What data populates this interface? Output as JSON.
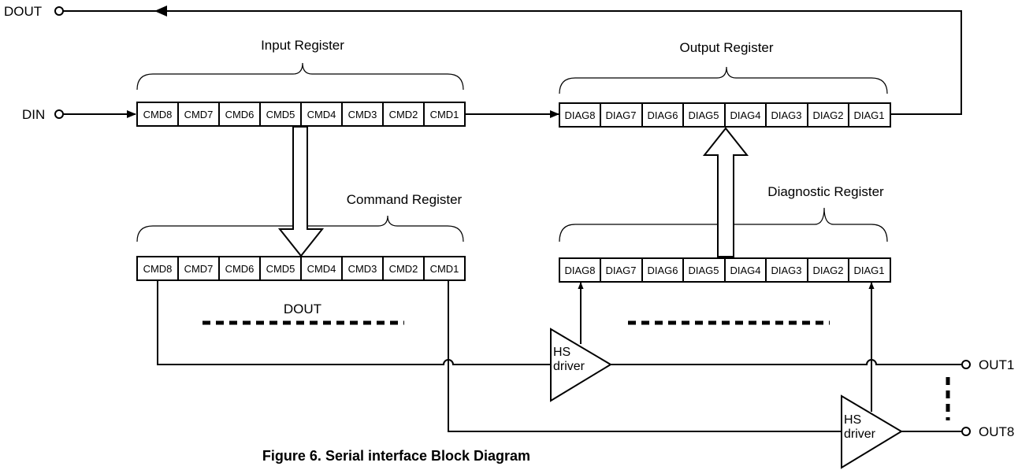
{
  "title": "Figure 6. Serial interface Block Diagram",
  "pins": {
    "dout_top": "DOUT",
    "din": "DIN",
    "out1": "OUT1",
    "out8": "OUT8"
  },
  "registers": {
    "input": {
      "label": "Input Register",
      "cells": [
        "CMD8",
        "CMD7",
        "CMD6",
        "CMD5",
        "CMD4",
        "CMD3",
        "CMD2",
        "CMD1"
      ]
    },
    "command": {
      "label": "Command Register",
      "cells": [
        "CMD8",
        "CMD7",
        "CMD6",
        "CMD5",
        "CMD4",
        "CMD3",
        "CMD2",
        "CMD1"
      ]
    },
    "output": {
      "label": "Output Register",
      "cells": [
        "DIAG8",
        "DIAG7",
        "DIAG6",
        "DIAG5",
        "DIAG4",
        "DIAG3",
        "DIAG2",
        "DIAG1"
      ]
    },
    "diagnostic": {
      "label": "Diagnostic Register",
      "cells": [
        "DIAG8",
        "DIAG7",
        "DIAG6",
        "DIAG5",
        "DIAG4",
        "DIAG3",
        "DIAG2",
        "DIAG1"
      ]
    }
  },
  "dout_mid_label": "DOUT",
  "drivers": {
    "driver1": {
      "line1": "HS",
      "line2": "driver"
    },
    "driver8": {
      "line1": "HS",
      "line2": "driver"
    }
  }
}
